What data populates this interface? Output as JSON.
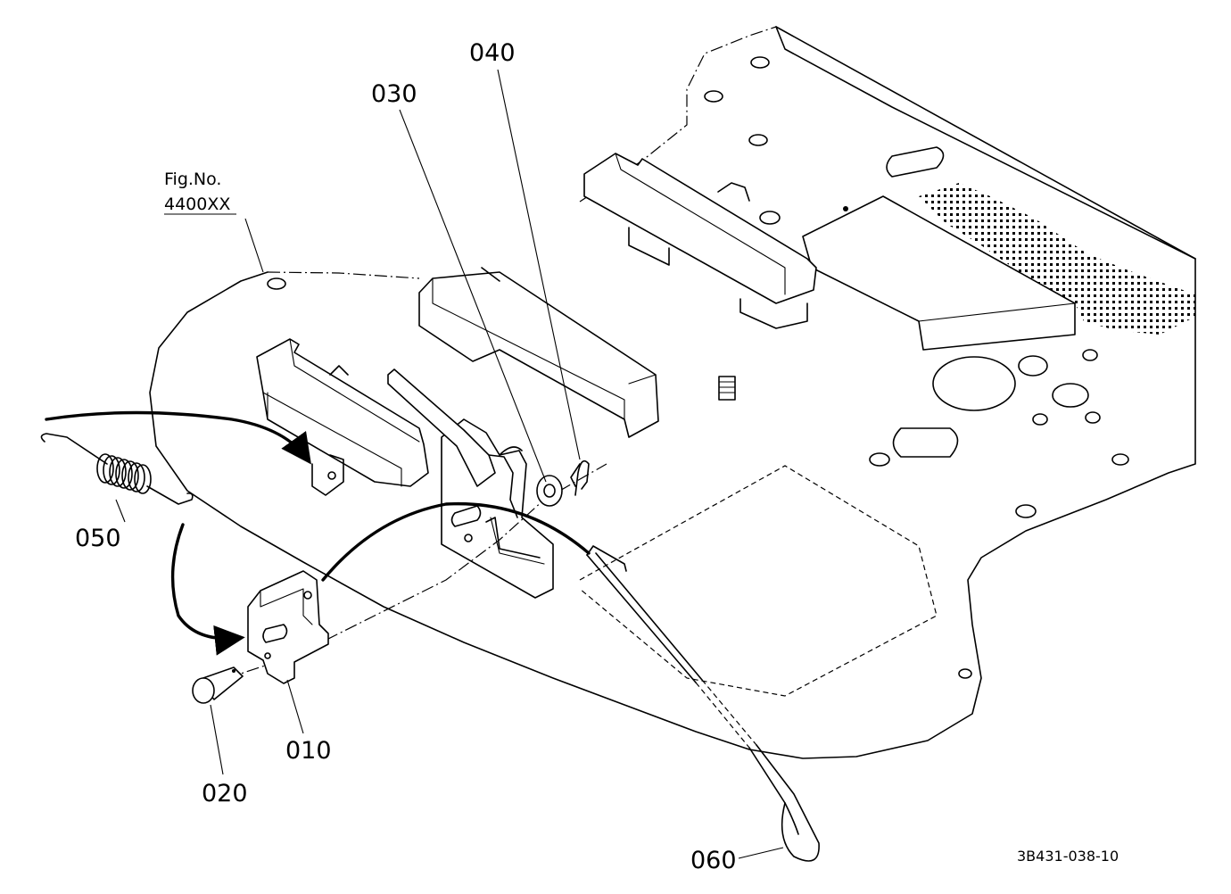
{
  "figure": {
    "ref_label_line1": "Fig.No.",
    "ref_label_line2": "4400XX",
    "drawing_code": "3B431-038-10"
  },
  "callouts": [
    {
      "id": "010",
      "label": "010"
    },
    {
      "id": "020",
      "label": "020"
    },
    {
      "id": "030",
      "label": "030"
    },
    {
      "id": "040",
      "label": "040"
    },
    {
      "id": "050",
      "label": "050"
    },
    {
      "id": "060",
      "label": "060"
    }
  ]
}
